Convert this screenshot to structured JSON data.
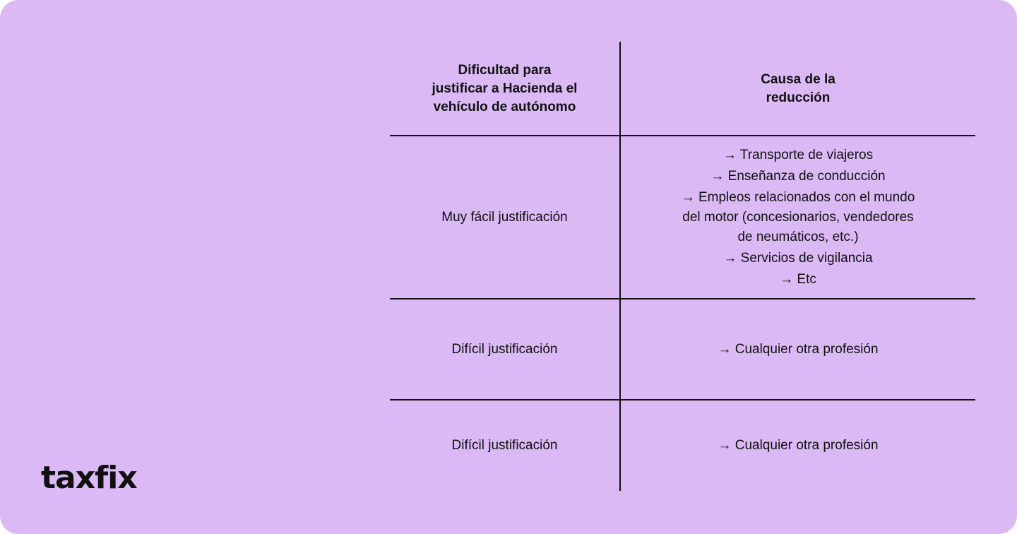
{
  "brand": {
    "logo_text": "taxfix",
    "background_color": "#dab9f4",
    "line_color": "#111111"
  },
  "table": {
    "headers": [
      [
        "Dificultad para",
        "justificar a Hacienda el",
        "vehículo de autónomo"
      ],
      [
        "Causa de la",
        "reducción"
      ]
    ],
    "rows": [
      {
        "difficulty": "Muy fácil justificación",
        "causes": [
          "→ Transporte de viajeros",
          "→ Enseñanza de conducción",
          "→ Empleos relacionados con el mundo",
          "del motor (concesionarios, vendedores",
          "de neumáticos, etc.)",
          "→ Servicios de vigilancia",
          "→ Etc"
        ]
      },
      {
        "difficulty": "Difícil justificación",
        "causes": [
          "→ Cualquier otra profesión"
        ]
      },
      {
        "difficulty": "Difícil justificación",
        "causes": [
          "→ Cualquier otra profesión"
        ]
      }
    ]
  }
}
